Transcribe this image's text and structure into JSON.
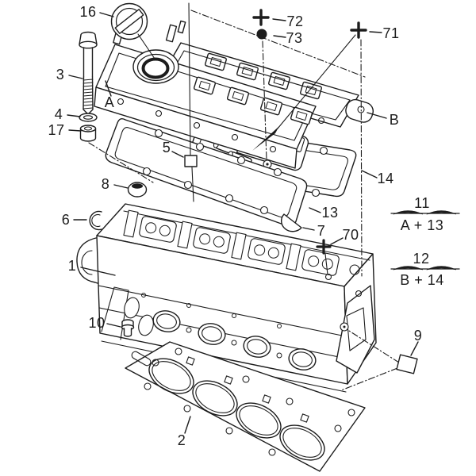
{
  "diagram": {
    "kind": "exploded-parts-diagram",
    "subject": "cylinder-head-assembly",
    "background_color": "#ffffff",
    "line_color": "#1c1c1c"
  },
  "callouts": {
    "1": "1",
    "2": "2",
    "3": "3",
    "4": "4",
    "5": "5",
    "6": "6",
    "7": "7",
    "8": "8",
    "9": "9",
    "10": "10",
    "13": "13",
    "14": "14",
    "16": "16",
    "17": "17",
    "70": "70",
    "71": "71",
    "72": "72",
    "73": "73",
    "A": "A",
    "B": "B"
  },
  "kits": {
    "top": {
      "num": "11",
      "eq": "A + 13"
    },
    "bottom": {
      "num": "12",
      "eq": "B + 14"
    }
  },
  "symbols": {
    "cross": "+",
    "dot": "●",
    "square": "□"
  }
}
